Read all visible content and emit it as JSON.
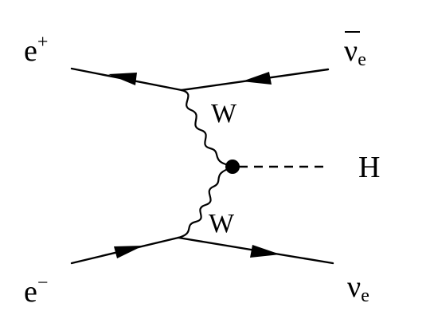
{
  "diagram": {
    "particles": {
      "positron": {
        "base": "e",
        "sup": "+"
      },
      "electron": {
        "base": "e",
        "sup": "−"
      },
      "antineutrino": {
        "base": "ν",
        "sub": "e"
      },
      "neutrino": {
        "base": "ν",
        "sub": "e"
      },
      "higgs": "H"
    },
    "bosons": {
      "upper": "W",
      "lower": "W"
    },
    "colors": {
      "ink": "#000000",
      "background": "#ffffff"
    }
  }
}
